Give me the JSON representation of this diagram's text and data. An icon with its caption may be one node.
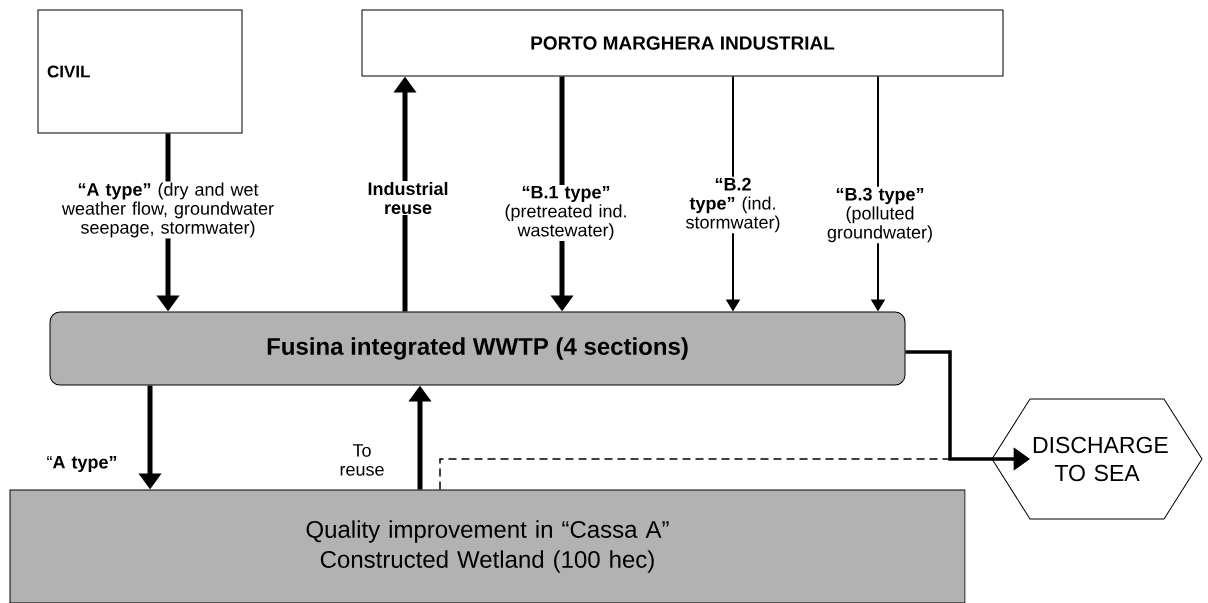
{
  "diagram": {
    "nodes": [
      {
        "text": [
          "CIVIL"
        ]
      },
      {
        "text": [
          "PORTO MARGHERA INDUSTRIAL"
        ]
      },
      {
        "text": [
          "Fusina integrated WWTP (4 sections)"
        ]
      },
      {
        "text": [
          "Quality improvement in “Cassa A” Constructed Wetland (100 hec)"
        ]
      },
      {
        "text": [
          "DISCHARGE TO SEA"
        ]
      }
    ],
    "edges": [
      {
        "from": 0,
        "to": 2,
        "arrow": "to",
        "label": "**“A type”** (dry and wet weather flow, groundwater seepage, stormwater)"
      },
      {
        "from": 2,
        "to": 1,
        "arrow": "to",
        "label": "**Industrial reuse**"
      },
      {
        "from": 1,
        "to": 2,
        "arrow": "to",
        "label": "**“B.1 type”** (pretreated ind. wastewater)"
      },
      {
        "from": 1,
        "to": 2,
        "arrow": "to",
        "label": "**“B.2 type”** (ind. stormwater)"
      },
      {
        "from": 1,
        "to": 2,
        "arrow": "to",
        "label": "**“B.3 type”** (polluted groundwater)"
      },
      {
        "from": 2,
        "to": 3,
        "arrow": "to",
        "label": "“**A type”**"
      },
      {
        "from": 3,
        "to": 2,
        "arrow": "to",
        "label": "To reuse"
      },
      {
        "from": 2,
        "to": 4,
        "arrow": "to"
      },
      {
        "from": 3,
        "to": 4,
        "arrow": "to",
        "style": "dashed"
      }
    ]
  }
}
